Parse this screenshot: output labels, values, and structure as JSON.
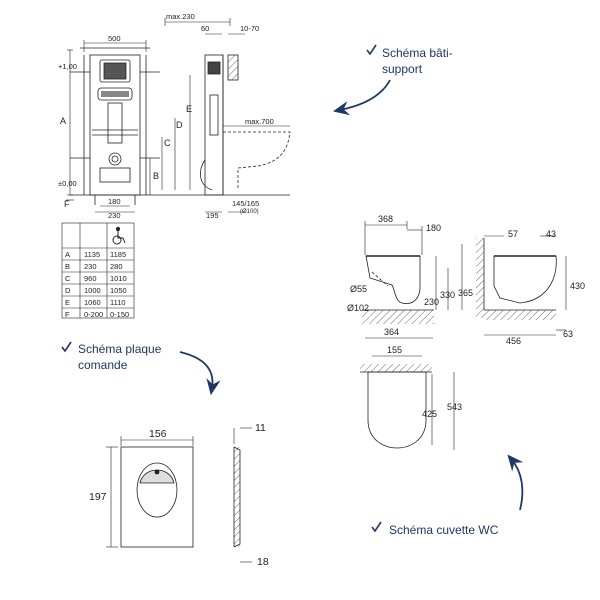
{
  "captions": {
    "frame": [
      "Schéma bâti-",
      "support"
    ],
    "plate": [
      "Schéma plaque",
      "comande"
    ],
    "bowl": "Schéma cuvette WC"
  },
  "frame_dims": {
    "max230": "max.230",
    "d500": "500",
    "d60": "60",
    "d1070": "10-70",
    "plus100": "+1,00",
    "zero": "±0,00",
    "A": "A",
    "B": "B",
    "C": "C",
    "D": "D",
    "E": "E",
    "F": "F",
    "max700": "max.700",
    "d180": "180",
    "d230": "230",
    "d195": "195",
    "pipe": "145/165",
    "pipe_sub": "(Ø100)"
  },
  "table": {
    "header": [
      "",
      "",
      "wheelchair"
    ],
    "rows": [
      [
        "A",
        "1135",
        "1185"
      ],
      [
        "B",
        "230",
        "280"
      ],
      [
        "C",
        "960",
        "1010"
      ],
      [
        "D",
        "1000",
        "1050"
      ],
      [
        "E",
        "1060",
        "1110"
      ],
      [
        "F",
        "0-200",
        "0-150"
      ]
    ]
  },
  "bowl_dims": {
    "d368": "368",
    "d180": "180",
    "d57": "57",
    "d43": "43",
    "phi55": "Ø55",
    "phi102": "Ø102",
    "d230": "230",
    "d330": "330",
    "d365": "365",
    "d430": "430",
    "d364": "364",
    "d456": "456",
    "d63": "63",
    "d155": "155",
    "d425": "425",
    "d543": "543"
  },
  "plate_dims": {
    "d156": "156",
    "d197": "197",
    "d11": "11",
    "d18": "18"
  },
  "colors": {
    "caption": "#1e3764",
    "line": "#222222",
    "check": "#1e3764"
  }
}
